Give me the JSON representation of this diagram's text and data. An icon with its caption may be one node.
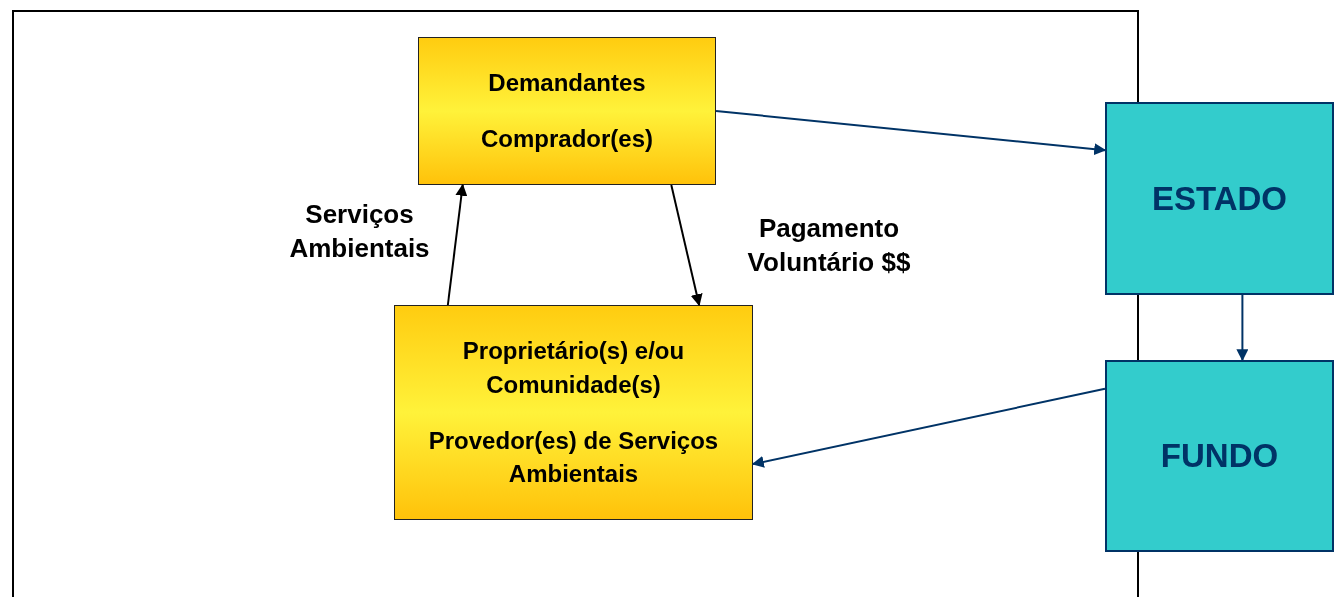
{
  "diagram": {
    "nodes": [
      {
        "text": [],
        "shape": "box"
      },
      {
        "text": [
          "Demandantes",
          "Comprador(es)"
        ],
        "in": 0
      },
      {
        "text": [
          "Proprietário(s) e/ou Comunidade(s)",
          "Provedor(es) de Serviços Ambientais"
        ],
        "in": 0
      },
      {
        "text": [
          "ESTADO"
        ]
      },
      {
        "text": [
          "FUNDO"
        ]
      }
    ],
    "edges": [
      {
        "from": 2,
        "to": 1,
        "arrow": "to",
        "label": "Serviços Ambientais",
        "color": "#000000"
      },
      {
        "from": 1,
        "to": 2,
        "arrow": "to",
        "label": "Pagamento Voluntário $$",
        "color": "#000000"
      },
      {
        "from": 1,
        "to": 3,
        "arrow": "to"
      },
      {
        "from": 3,
        "to": 4,
        "arrow": "to"
      },
      {
        "from": 4,
        "to": 2,
        "arrow": "to"
      }
    ]
  }
}
